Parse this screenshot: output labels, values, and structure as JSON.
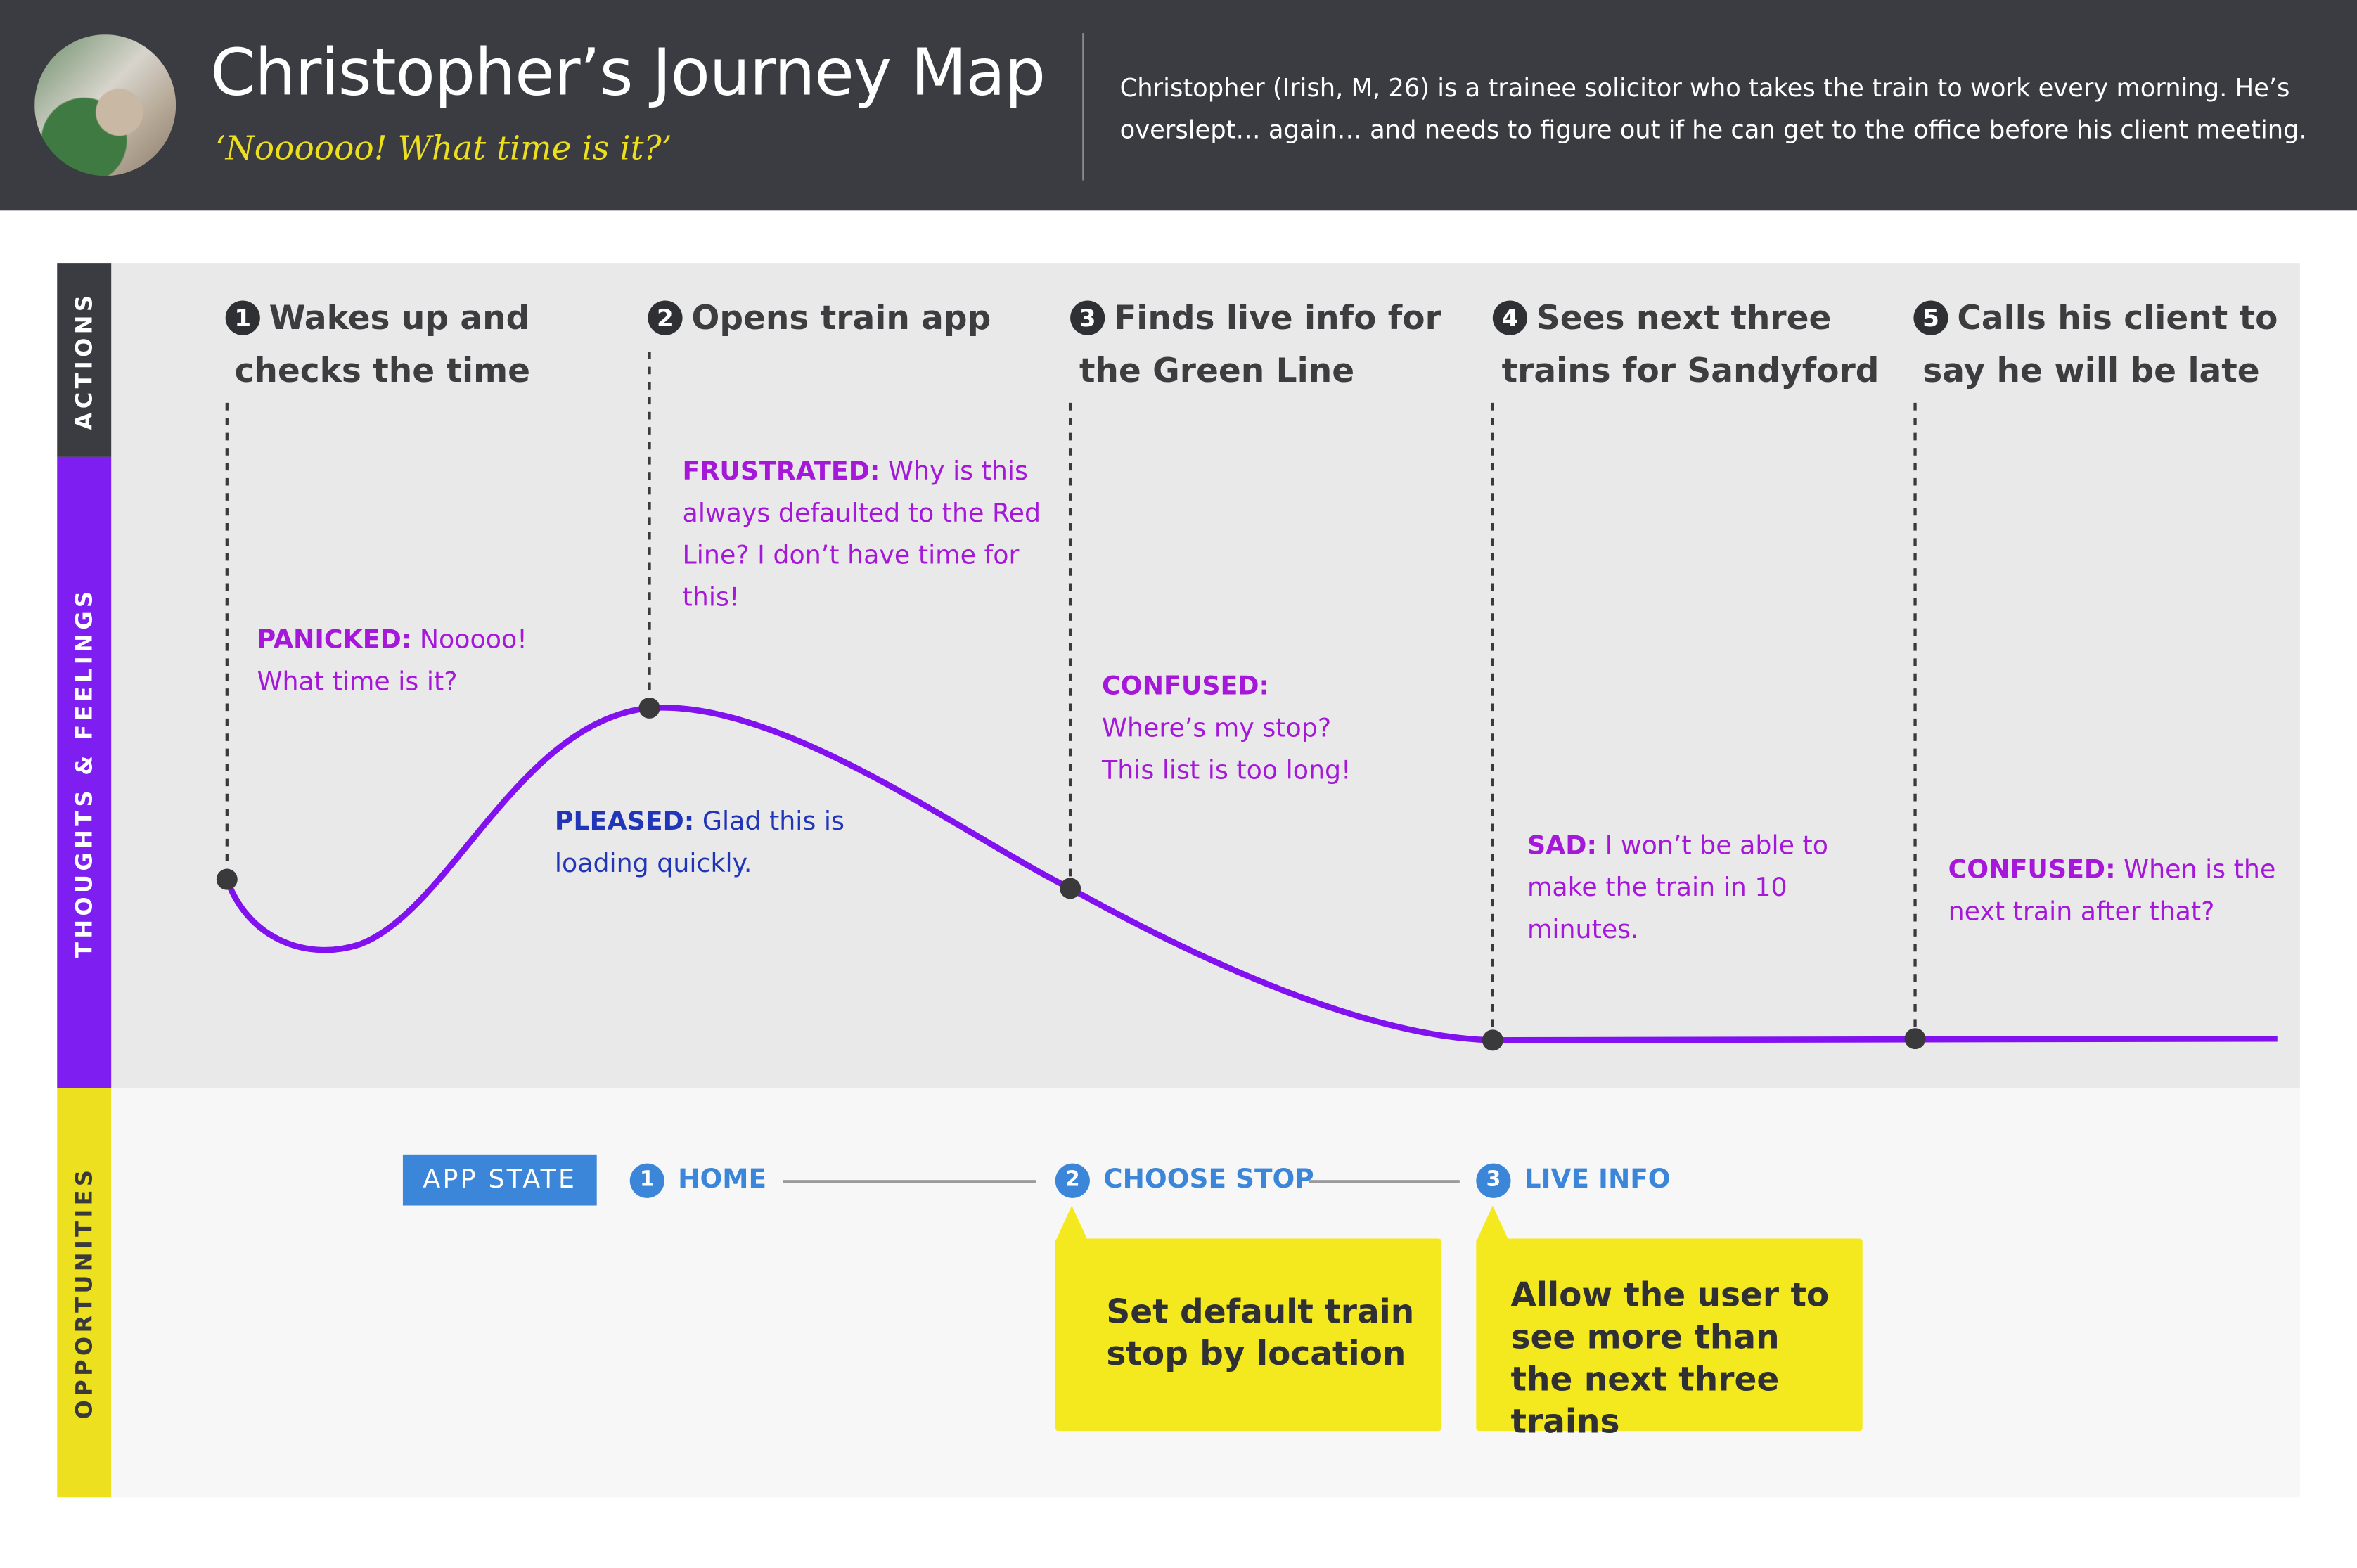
{
  "header": {
    "title": "Christopher’s Journey Map",
    "quote": "‘Noooooo! What time is it?’",
    "description": "Christopher (Irish, M, 26) is a trainee solicitor who takes the train to work every morning. He’s overslept… again… and needs to figure out if he can get to the office before his client meeting."
  },
  "bands": {
    "actions": "ACTIONS",
    "thoughts": "THOUGHTS & FEELINGS",
    "opportunities": "OPPORTUNITIES"
  },
  "actions": [
    {
      "number": "1",
      "line1": "Wakes up and",
      "line2": "checks the time"
    },
    {
      "number": "2",
      "line1": "Opens train app",
      "line2": ""
    },
    {
      "number": "3",
      "line1": "Finds live info for",
      "line2": "the Green Line"
    },
    {
      "number": "4",
      "line1": "Sees next three",
      "line2": "trains for Sandyford"
    },
    {
      "number": "5",
      "line1": "Calls his client to",
      "line2": "say he will be late"
    }
  ],
  "feelings": [
    {
      "label": "PANICKED:",
      "text": "Nooooo! What time is it?",
      "color": "#a517d9"
    },
    {
      "label": "FRUSTRATED:",
      "text": "Why is this always defaulted to the Red Line? I don’t have time for this!",
      "color": "#a517d9"
    },
    {
      "label": "PLEASED:",
      "text": "Glad this is loading quickly.",
      "color": "#2135b8"
    },
    {
      "label": "CONFUSED:",
      "text": "Where’s my stop? This list is too long!",
      "color": "#a517d9"
    },
    {
      "label": "SAD:",
      "text": "I won’t be able to make the train in 10 minutes.",
      "color": "#a517d9"
    },
    {
      "label": "CONFUSED:",
      "text": "When is the next train after that?",
      "color": "#a517d9"
    }
  ],
  "app_state": {
    "tag": "APP STATE",
    "states": [
      {
        "number": "1",
        "label": "HOME"
      },
      {
        "number": "2",
        "label": "CHOOSE STOP"
      },
      {
        "number": "3",
        "label": "LIVE INFO"
      }
    ]
  },
  "opportunities": [
    {
      "text": "Set default train stop by location"
    },
    {
      "text": "Allow the user to see more than the next three trains"
    }
  ],
  "colors": {
    "header_bg": "#3b3c41",
    "accent_purple": "#7e1ef0",
    "accent_yellow": "#ece01f",
    "state_blue": "#3b86d9",
    "feeling_magenta": "#a517d9",
    "feeling_blue": "#2135b8"
  }
}
